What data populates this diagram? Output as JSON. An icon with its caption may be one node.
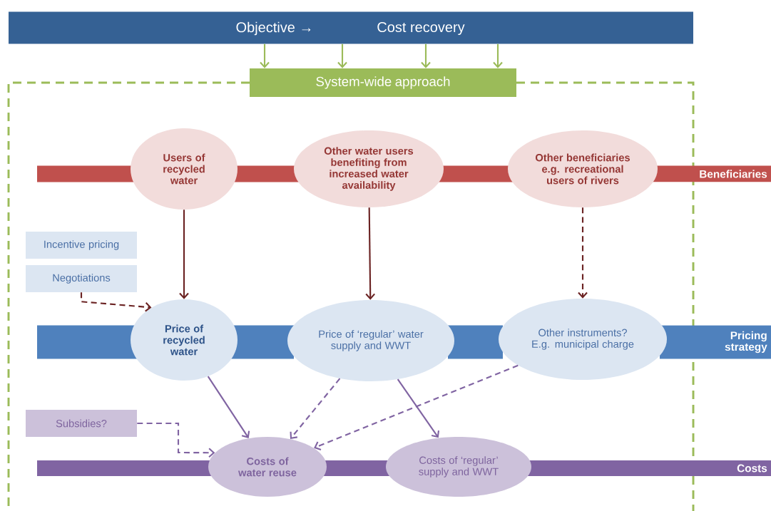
{
  "diagram": {
    "nodes": [
      {
        "text": [
          "Objective →",
          "Cost recovery"
        ]
      },
      {
        "text": [
          "System-wide approach"
        ]
      },
      {
        "text": [
          "Beneficiaries"
        ]
      },
      {
        "text": [
          "Users of recycled water"
        ]
      },
      {
        "text": [
          "Other water users",
          "benefiting from increased water availability"
        ]
      },
      {
        "text": [
          "Other beneficiaries",
          "e.g. recreational users of rivers"
        ]
      },
      {
        "text": [
          "Incentive pricing"
        ]
      },
      {
        "text": [
          "Negotiations"
        ]
      },
      {
        "text": [
          "Pricing strategy"
        ]
      },
      {
        "text": [
          "Price of recycled water"
        ]
      },
      {
        "text": [
          "Price of ‘regular’ water supply and WWT"
        ]
      },
      {
        "text": [
          "Other instruments? E.g. municipal charge"
        ]
      },
      {
        "text": [
          "Subsidies?"
        ]
      },
      {
        "text": [
          "Costs"
        ]
      },
      {
        "text": [
          "Costs of water reuse"
        ]
      },
      {
        "text": [
          "Costs of ‘regular’ supply and WWT"
        ]
      }
    ],
    "edges": [
      {
        "from": 0,
        "to": 1,
        "arrow": "to",
        "color": "#9bbb59"
      },
      {
        "from": 0,
        "to": 1,
        "arrow": "to",
        "color": "#9bbb59"
      },
      {
        "from": 0,
        "to": 1,
        "arrow": "to",
        "color": "#9bbb59"
      },
      {
        "from": 0,
        "to": 1,
        "arrow": "to",
        "color": "#9bbb59"
      },
      {
        "from": 3,
        "to": 9,
        "arrow": "to",
        "color": "#6b2323"
      },
      {
        "from": 4,
        "to": 10,
        "arrow": "to",
        "color": "#6b2323"
      },
      {
        "from": 5,
        "to": 11,
        "arrow": "to",
        "style": "dashed",
        "color": "#6b2323"
      },
      {
        "from": 7,
        "to": 9,
        "arrow": "to",
        "style": "dashed",
        "color": "#6b2323"
      },
      {
        "from": 9,
        "to": 14,
        "arrow": "to"
      },
      {
        "from": 10,
        "to": 14,
        "arrow": "to",
        "style": "dashed"
      },
      {
        "from": 10,
        "to": 15,
        "arrow": "to"
      },
      {
        "from": 11,
        "to": 14,
        "arrow": "to",
        "style": "dashed"
      },
      {
        "from": 12,
        "to": 14,
        "arrow": "to",
        "style": "dashed"
      }
    ]
  }
}
